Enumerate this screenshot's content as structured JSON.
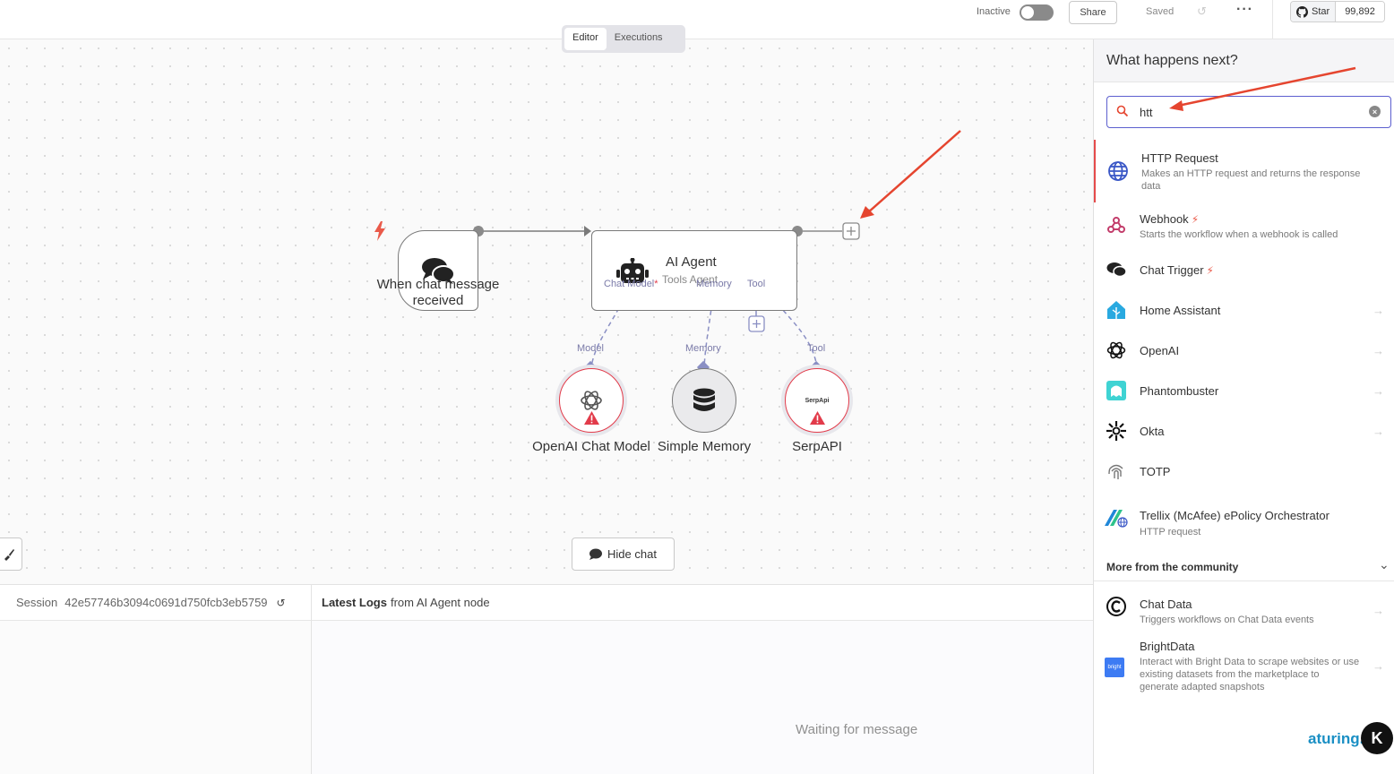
{
  "topbar": {
    "status_label": "Inactive",
    "share_label": "Share",
    "saved_label": "Saved",
    "github_star_label": "Star",
    "github_star_count": "99,892"
  },
  "canvas": {
    "tabs": [
      {
        "label": "Editor",
        "active": true
      },
      {
        "label": "Executions",
        "active": false
      }
    ],
    "trigger_node": {
      "label": "When chat message received"
    },
    "agent_node": {
      "title": "AI Agent",
      "subtitle": "Tools Agent"
    },
    "agent_ports": {
      "chat_model": "Chat Model",
      "required_mark": "*",
      "memory": "Memory",
      "tool": "Tool"
    },
    "sub_nodes": [
      {
        "label": "OpenAI Chat Model",
        "port_label": "Model",
        "has_warning": true,
        "icon": "openai-icon"
      },
      {
        "label": "Simple Memory",
        "port_label": "Memory",
        "has_warning": false,
        "icon": "database-icon"
      },
      {
        "label": "SerpAPI",
        "port_label": "Tool",
        "has_warning": true,
        "icon": "serpapi-icon",
        "icon_text": "SerpApi"
      }
    ],
    "hide_chat_label": "Hide chat"
  },
  "bottom": {
    "session_label": "Session",
    "session_id": "42e57746b3094c0691d750fcb3eb5759",
    "logs_title_bold": "Latest Logs",
    "logs_title_rest": "from AI Agent node",
    "waiting_text": "Waiting for message"
  },
  "panel": {
    "title": "What happens next?",
    "search_value": "htt",
    "items": [
      {
        "name": "HTTP Request",
        "desc": "Makes an HTTP request and returns the response data",
        "icon": "globe-icon"
      },
      {
        "name": "Webhook",
        "desc": "Starts the workflow when a webhook is called",
        "icon": "webhook-icon"
      },
      {
        "name": "Chat Trigger",
        "desc": "",
        "icon": "chat-icon"
      },
      {
        "name": "Home Assistant",
        "desc": "",
        "icon": "home-assistant-icon"
      },
      {
        "name": "OpenAI",
        "desc": "",
        "icon": "openai-icon"
      },
      {
        "name": "Phantombuster",
        "desc": "",
        "icon": "phantombuster-icon"
      },
      {
        "name": "Okta",
        "desc": "",
        "icon": "okta-icon"
      },
      {
        "name": "TOTP",
        "desc": "",
        "icon": "fingerprint-icon"
      },
      {
        "name": "Trellix (McAfee) ePolicy Orchestrator",
        "desc": "HTTP request",
        "icon": "trellix-icon"
      }
    ],
    "community_title": "More from the community",
    "community_items": [
      {
        "name": "Chat Data",
        "desc": "Triggers workflows on Chat Data events",
        "icon": "chat-data-icon"
      },
      {
        "name": "BrightData",
        "desc": "Interact with Bright Data to scrape websites or use existing datasets from the marketplace to generate adapted snapshots",
        "icon": "brightdata-icon",
        "icon_text": "bright"
      }
    ]
  },
  "watermark": {
    "text": "aturing.ai",
    "logo_letter": "K"
  },
  "colors": {
    "accent": "#5c5fcf",
    "error": "#e23b4a",
    "port": "#8a8fc4",
    "annotation_arrow": "#e5452f"
  }
}
